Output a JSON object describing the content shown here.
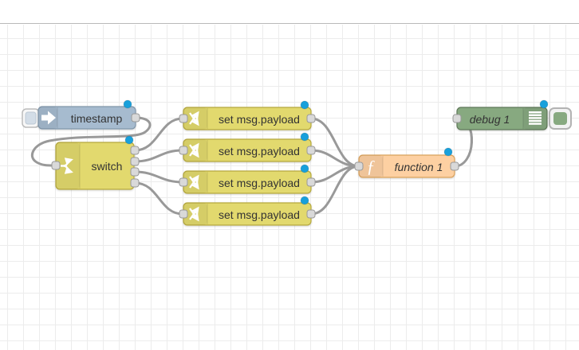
{
  "workspace": {
    "header": {
      "background": "#ffffff",
      "divider_color": "#b9b9b9"
    },
    "grid": {
      "size": 20,
      "line_color": "#ececec",
      "background": "#ffffff"
    }
  },
  "colors": {
    "inject_node": "#a6bbcf",
    "logic_node": "#e2d96e",
    "function_node": "#fdd0a2",
    "debug_node": "#87a980",
    "wire": "#999999",
    "port_fill": "#d9d9d9",
    "port_border": "#999999",
    "changed_dot": "#18a0db"
  },
  "nodes": [
    {
      "id": "inject1",
      "type": "inject",
      "label": "timestamp",
      "icon": "inject-arrow-icon",
      "changed": true,
      "inputs": 0,
      "outputs": 1,
      "has_button": true
    },
    {
      "id": "switch1",
      "type": "switch",
      "label": "switch",
      "icon": "fork-icon",
      "changed": true,
      "inputs": 1,
      "outputs": 4
    },
    {
      "id": "change1",
      "type": "change",
      "label": "set msg.payload",
      "icon": "shuffle-icon",
      "changed": true,
      "inputs": 1,
      "outputs": 1
    },
    {
      "id": "change2",
      "type": "change",
      "label": "set msg.payload",
      "icon": "shuffle-icon",
      "changed": true,
      "inputs": 1,
      "outputs": 1
    },
    {
      "id": "change3",
      "type": "change",
      "label": "set msg.payload",
      "icon": "shuffle-icon",
      "changed": true,
      "inputs": 1,
      "outputs": 1
    },
    {
      "id": "change4",
      "type": "change",
      "label": "set msg.payload",
      "icon": "shuffle-icon",
      "changed": true,
      "inputs": 1,
      "outputs": 1
    },
    {
      "id": "function1",
      "type": "function",
      "label": "function 1",
      "icon": "function-f-icon",
      "icon_glyph": "ƒ",
      "changed": true,
      "inputs": 1,
      "outputs": 1
    },
    {
      "id": "debug1",
      "type": "debug",
      "label": "debug 1",
      "icon": "debug-list-icon",
      "changed": true,
      "inputs": 1,
      "outputs": 0,
      "has_button": true
    }
  ],
  "wires": [
    {
      "from": "inject1",
      "from_port": 1,
      "to": "switch1"
    },
    {
      "from": "switch1",
      "from_port": 1,
      "to": "change1"
    },
    {
      "from": "switch1",
      "from_port": 2,
      "to": "change2"
    },
    {
      "from": "switch1",
      "from_port": 3,
      "to": "change3"
    },
    {
      "from": "switch1",
      "from_port": 4,
      "to": "change4"
    },
    {
      "from": "change1",
      "from_port": 1,
      "to": "function1"
    },
    {
      "from": "change2",
      "from_port": 1,
      "to": "function1"
    },
    {
      "from": "change3",
      "from_port": 1,
      "to": "function1"
    },
    {
      "from": "change4",
      "from_port": 1,
      "to": "function1"
    },
    {
      "from": "function1",
      "from_port": 1,
      "to": "debug1"
    }
  ]
}
